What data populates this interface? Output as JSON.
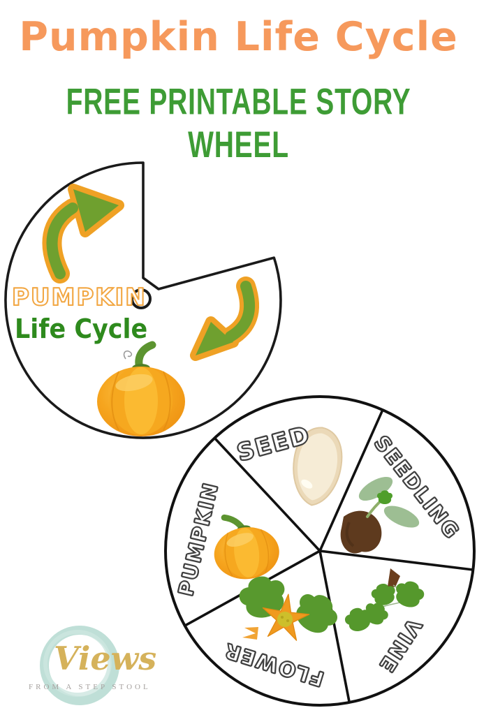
{
  "page": {
    "title": "Pumpkin Life Cycle",
    "subtitle": "FREE PRINTABLE STORY WHEEL"
  },
  "cover_wheel": {
    "label_line1": "PUMPKIN",
    "label_line2": "Life Cycle",
    "icons": [
      "curved-arrow-up-icon",
      "curved-arrow-down-icon",
      "pumpkin-icon",
      "center-hole"
    ]
  },
  "story_wheel": {
    "segments": [
      {
        "label": "SEED",
        "icon": "pumpkin-seed-icon"
      },
      {
        "label": "SEEDLING",
        "icon": "seedling-icon"
      },
      {
        "label": "VINE",
        "icon": "vine-icon"
      },
      {
        "label": "FLOWER",
        "icon": "pumpkin-flower-icon"
      },
      {
        "label": "PUMPKIN",
        "icon": "pumpkin-icon"
      }
    ]
  },
  "watermark": {
    "name": "Views",
    "tagline": "FROM A STEP STOOL"
  },
  "colors": {
    "title_orange": "#F6995C",
    "subtitle_green": "#3E9C35",
    "life_cycle_green": "#2E8A1D",
    "bubble_outline": "#3f3f3f",
    "pumpkin_outline_text": "#F2A743",
    "arrow_green": "#6FA02F",
    "arrow_outline_orange": "#EFA125",
    "wheel_outline_black": "#1a1a1a",
    "pumpkin_orange": "#F5A41E",
    "seed_cream": "#F6ECD6",
    "seedling_brown": "#5E3A1E",
    "leaf_green": "#55982C",
    "watermark_teal": "#BCDDD5",
    "watermark_gold": "#D5B25B",
    "watermark_gray": "#A5A09E"
  }
}
